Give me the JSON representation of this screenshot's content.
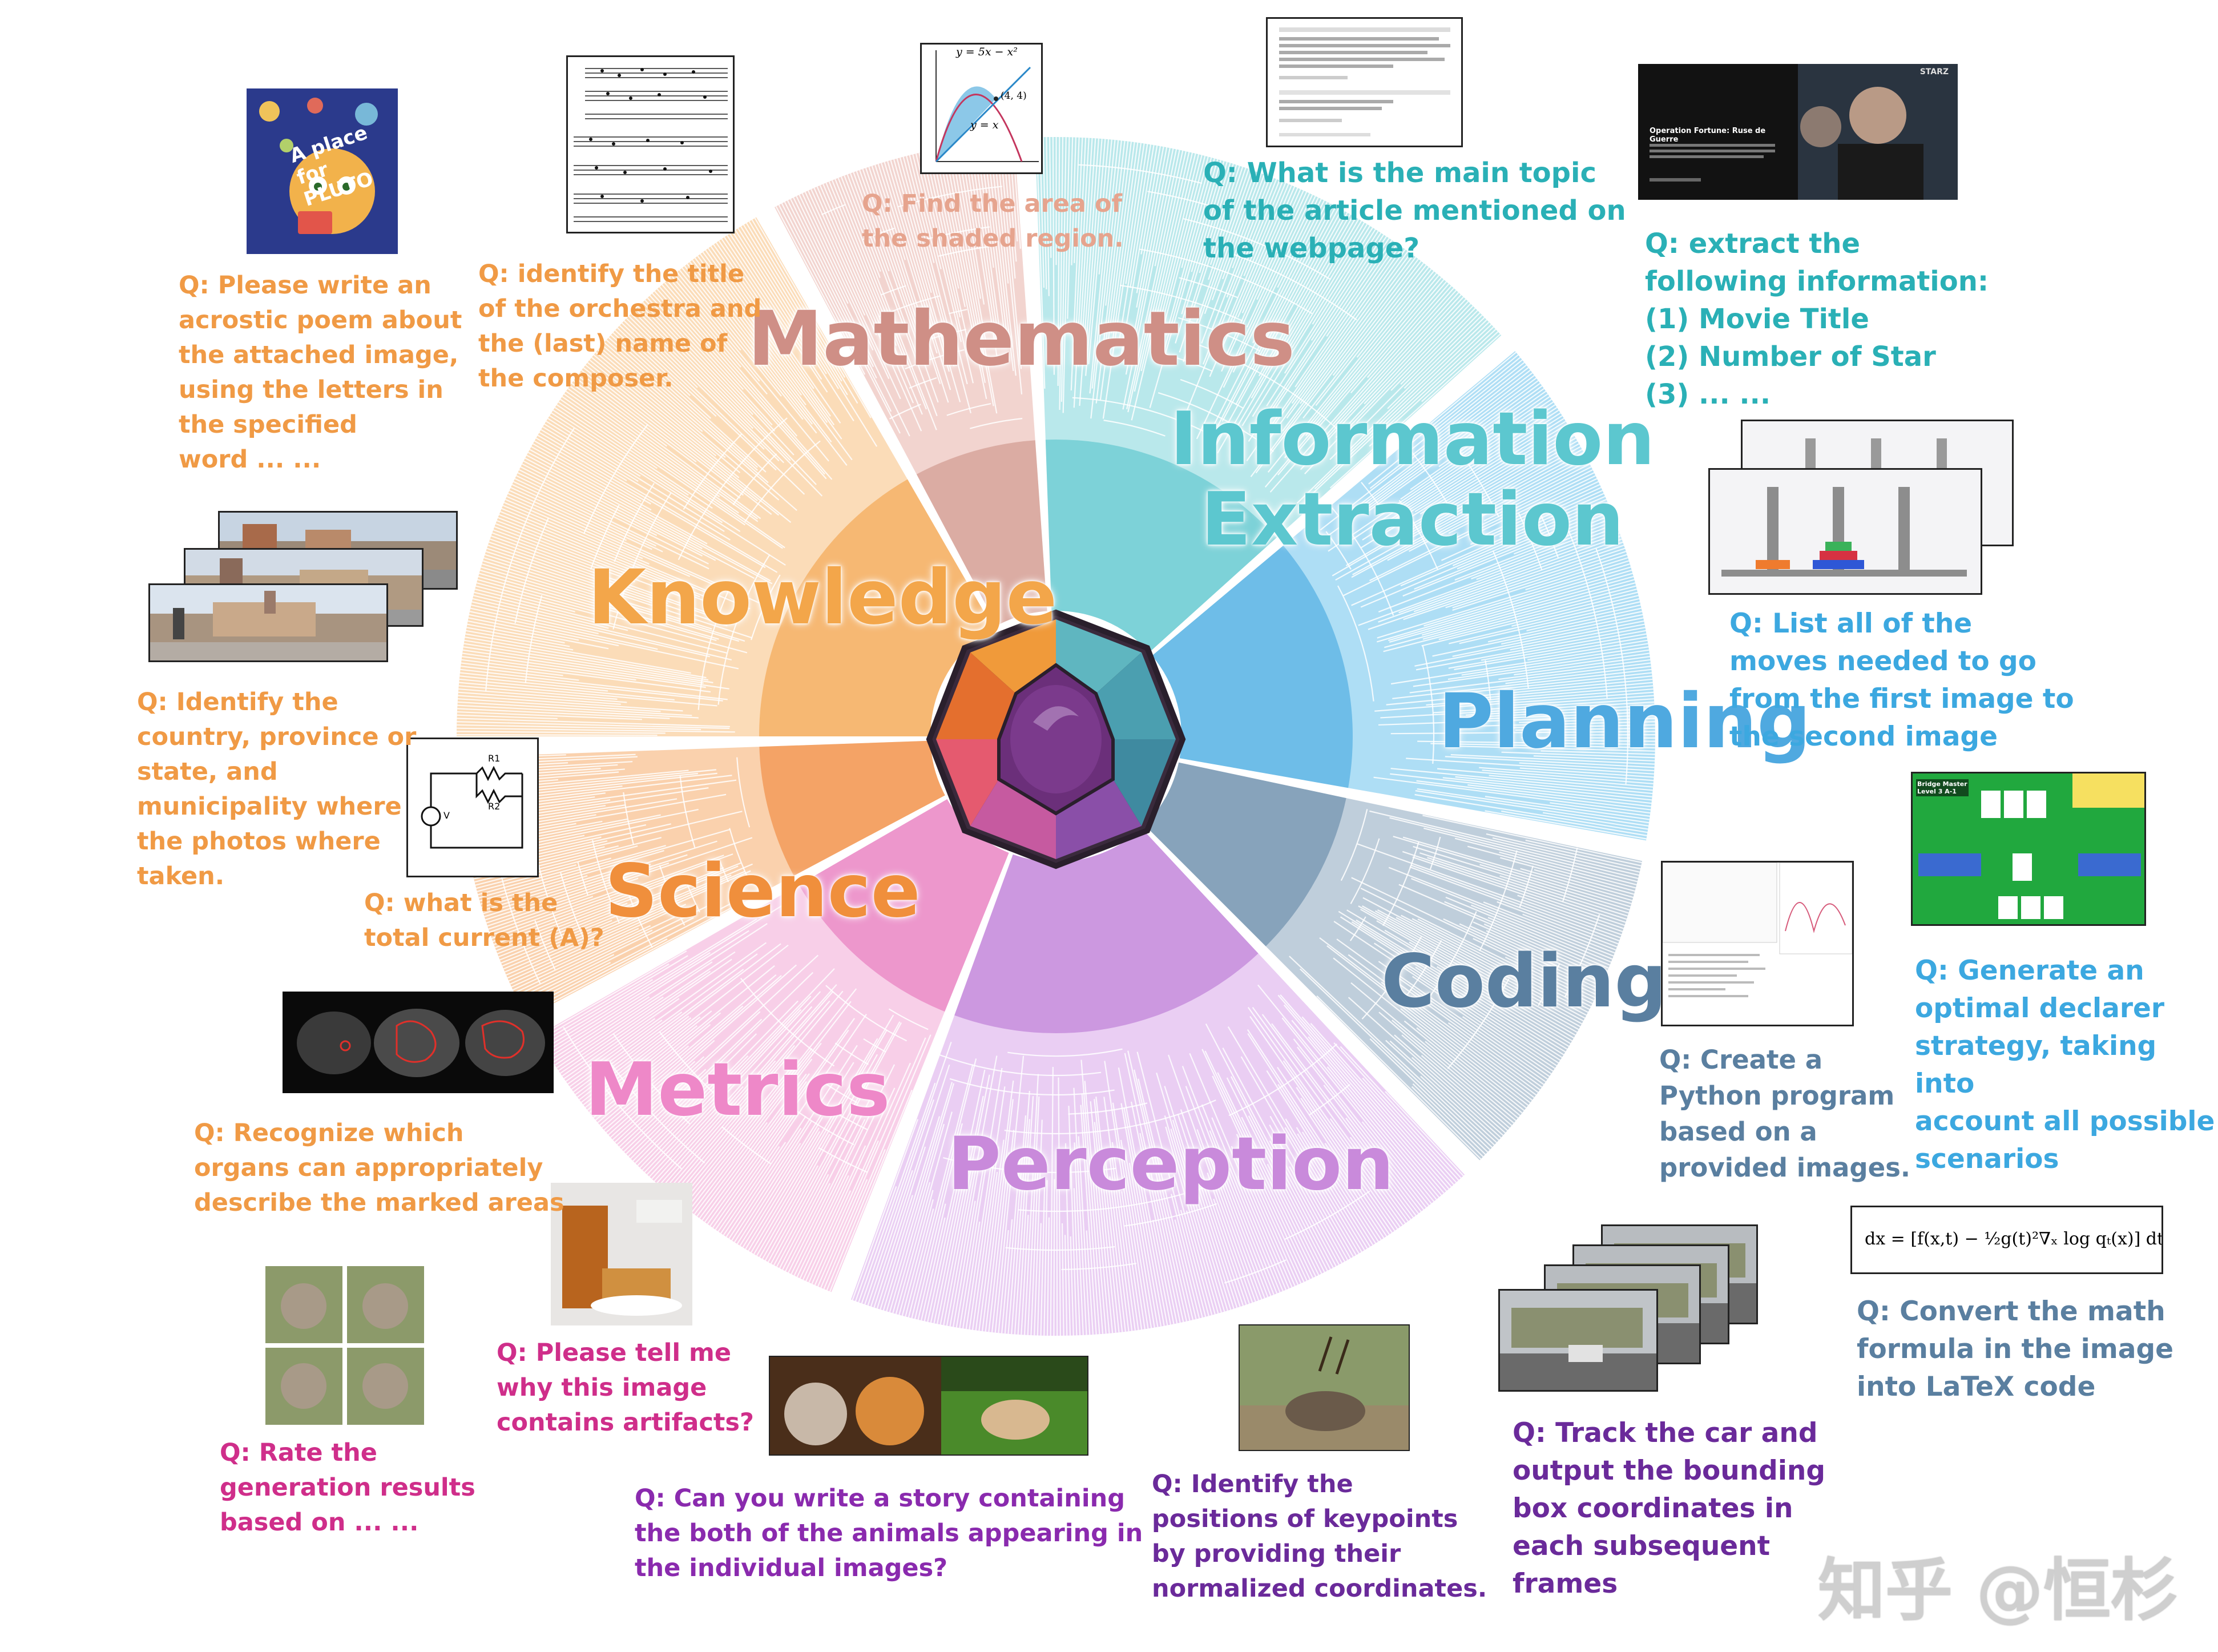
{
  "categories": [
    {
      "key": "mathematics",
      "label": "Mathematics",
      "color": "#cf8f86"
    },
    {
      "key": "information_extraction",
      "label": "Information\nExtraction",
      "color": "#5cc7cf"
    },
    {
      "key": "planning",
      "label": "Planning",
      "color": "#4fa9e0"
    },
    {
      "key": "coding",
      "label": "Coding",
      "color": "#5a7fa0"
    },
    {
      "key": "perception",
      "label": "Perception",
      "color": "#c98adb"
    },
    {
      "key": "metrics",
      "label": "Metrics",
      "color": "#ee88c8"
    },
    {
      "key": "science",
      "label": "Science",
      "color": "#f08f3c"
    },
    {
      "key": "knowledge",
      "label": "Knowledge",
      "color": "#f3a64a"
    }
  ],
  "questions": {
    "acrostic": "Q: Please write an\nacrostic poem about\nthe attached image,\nusing the letters in\nthe specified\nword ... ...",
    "orchestra": "Q: identify the title\nof the orchestra and\nthe (last) name of\nthe composer.",
    "area": "Q: Find the area of\nthe shaded region.",
    "topic": "Q: What is the main topic\nof the article mentioned on\nthe webpage?",
    "movie": "Q: extract the\nfollowing information:\n(1) Movie Title\n(2) Number of Star\n(3) ... ...",
    "geo": "Q: Identify the\ncountry, province or\nstate, and\nmunicipality where\nthe photos where\ntaken.",
    "moves": "Q: List all of the\nmoves needed to go\nfrom the first image to\nthe second image",
    "current": "Q:  what is the\ntotal current (A)?",
    "declarer": "Q: Generate an\noptimal declarer\nstrategy, taking into\naccount all possible\nscenarios",
    "python": "Q: Create a\nPython program\nbased on a\nprovided images.",
    "organs": "Q:  Recognize which\norgans can appropriately\ndescribe the marked areas",
    "artifacts": "Q:  Please tell me\nwhy this image\ncontains artifacts?",
    "latex": "Q:  Convert the math\nformula in the image\ninto LaTeX code",
    "rate": "Q:  Rate the\ngeneration results\nbased on ... ...",
    "story": "Q:  Can you write a story containing\nthe both of the animals appearing in\nthe individual images?",
    "keypoints": "Q:  Identify the\npositions of keypoints\nby providing their\nnormalized coordinates.",
    "track": "Q:  Track the car and\noutput the bounding\nbox coordinates in\neach subsequent\nframes"
  },
  "thumbnails": {
    "book_title": "A place for PLUTO",
    "math_eq1": "y = 5x − x²",
    "math_eq2": "y = x",
    "math_point": "(4, 4)",
    "movie_title": "Operation Fortune: Ruse de Guerre",
    "movie_brand": "STARZ",
    "circuit_r1": "R1",
    "circuit_r2": "R2",
    "circuit_v": "V",
    "bridge_label": "Bridge Master\nLevel 3 A-1",
    "latex_formula": "dx = [f(x,t) − ½g(t)²∇ₓ log qₜ(x)] dt."
  },
  "watermark": "知乎 @恒杉"
}
